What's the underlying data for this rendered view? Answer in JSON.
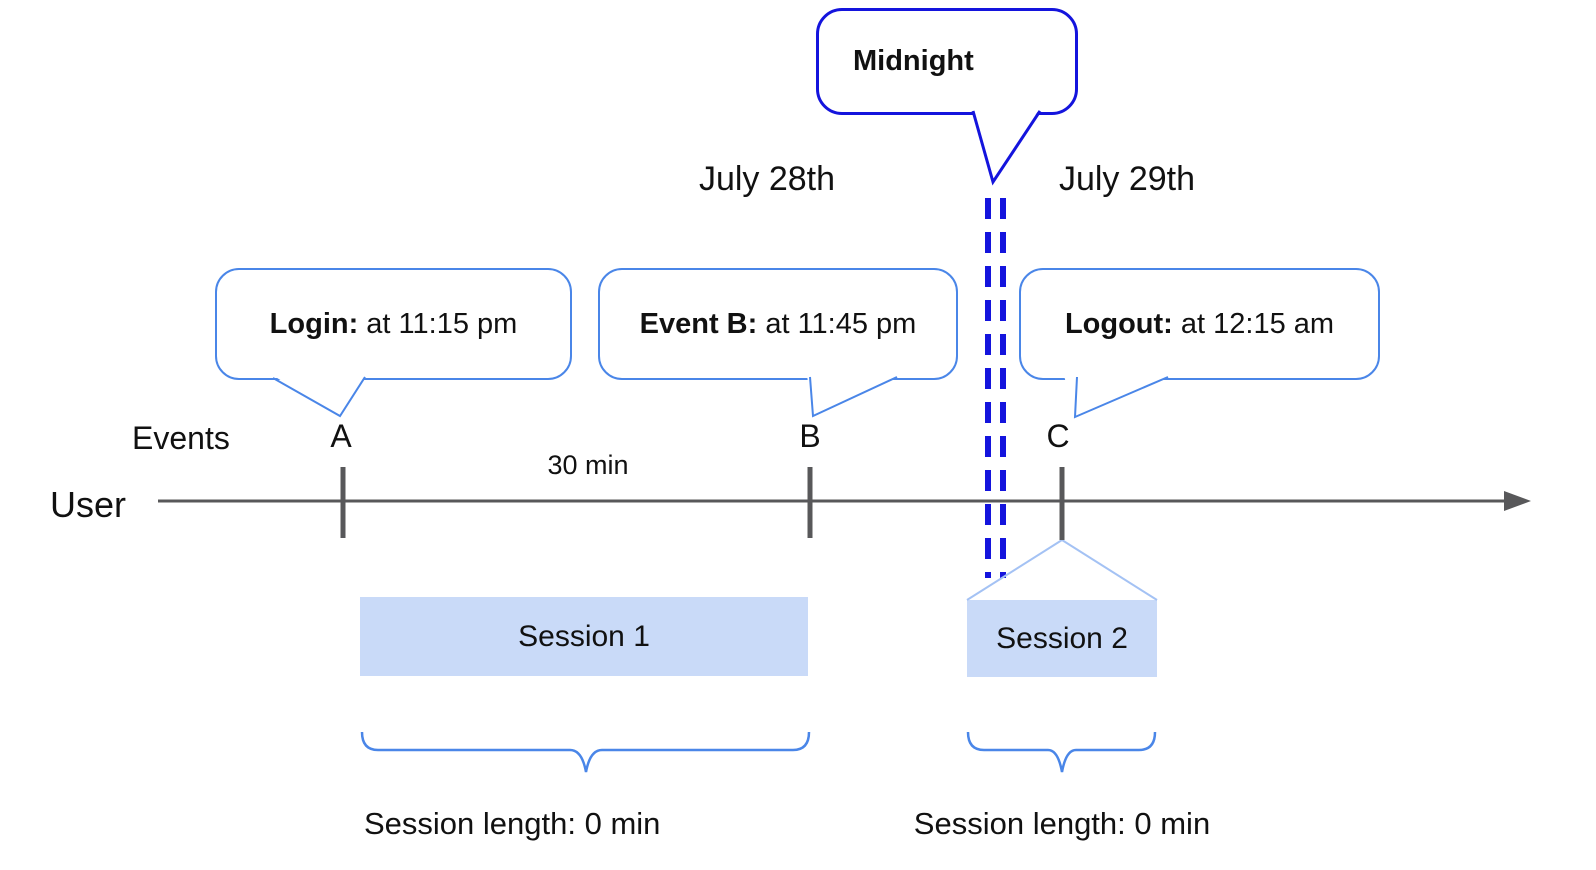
{
  "diagram": {
    "dates": {
      "left": "July 28th",
      "right": "July 29th"
    },
    "midnight_callout": {
      "label": "Midnight"
    },
    "callouts": {
      "login": {
        "label": "Login:",
        "value": " at 11:15 pm"
      },
      "event_b": {
        "label": "Event B:",
        "value": " at 11:45 pm"
      },
      "logout": {
        "label": "Logout:",
        "value": " at 12:15 am"
      }
    },
    "axis": {
      "events_row_label": "Events",
      "user_label": "User",
      "markers": [
        "A",
        "B",
        "C"
      ],
      "interval_label": "30 min"
    },
    "sessions": [
      {
        "name": "Session 1",
        "length": "Session length: 0 min"
      },
      {
        "name": "Session 2",
        "length": "Session length: 0 min"
      }
    ],
    "colors": {
      "callout_border": "#4a86e8",
      "midnight_blue": "#1414dd",
      "session_fill": "#c9daf8",
      "wedge_line": "#a4c2f4",
      "axis_gray": "#58585a"
    }
  }
}
